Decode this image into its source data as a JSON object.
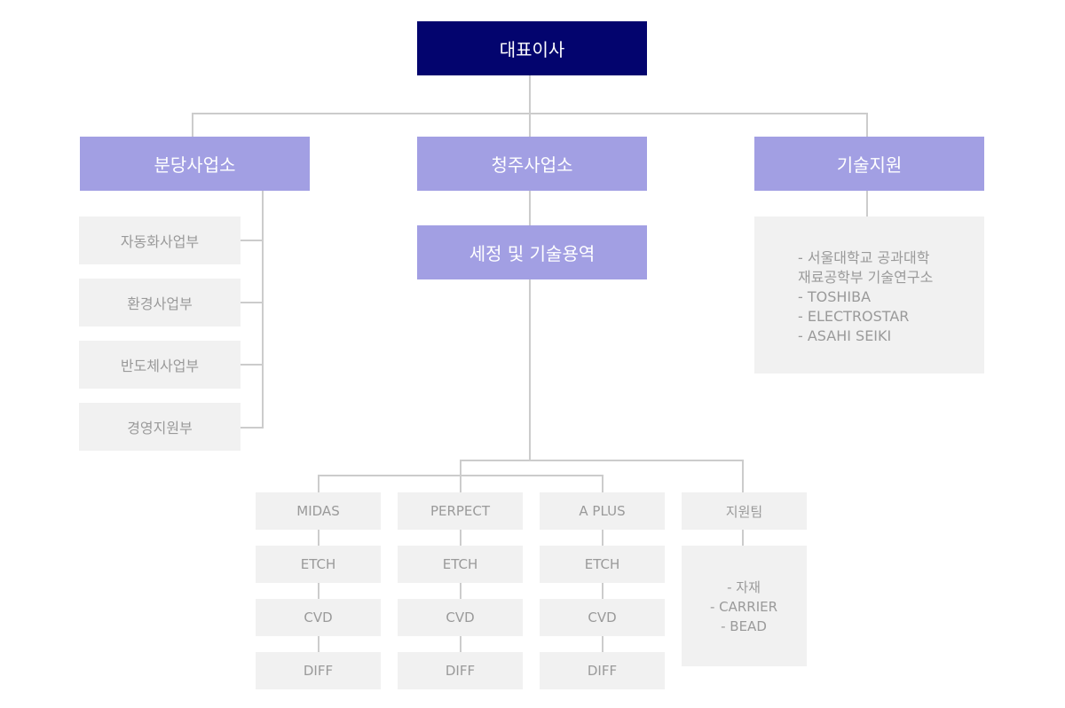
{
  "ceo": "대표이사",
  "divisions": {
    "bundang": "분당사업소",
    "cheongju": "청주사업소",
    "tech_support": "기술지원"
  },
  "bundang_departments": [
    "자동화사업부",
    "환경사업부",
    "반도체사업부",
    "경영지원부"
  ],
  "cheongju_service": "세정 및 기술용역",
  "tech_support_partners": [
    "- 서울대학교 공과대학",
    "재료공학부 기술연구소",
    "- TOSHIBA",
    "- ELECTROSTAR",
    "- ASAHI SEIKI"
  ],
  "teams": [
    {
      "name": "MIDAS",
      "items": [
        "ETCH",
        "CVD",
        "DIFF"
      ]
    },
    {
      "name": "PERPECT",
      "items": [
        "ETCH",
        "CVD",
        "DIFF"
      ]
    },
    {
      "name": "A PLUS",
      "items": [
        "ETCH",
        "CVD",
        "DIFF"
      ]
    }
  ],
  "support_team": {
    "name": "지원팀",
    "items": [
      "- 자재",
      "- CARRIER",
      "- BEAD"
    ]
  },
  "colors": {
    "ceo_bg": "#03046e",
    "division_bg": "#a29fe3",
    "sub_bg": "#f1f1f1",
    "line": "#cccccc",
    "sub_text": "#9a9a9a"
  }
}
